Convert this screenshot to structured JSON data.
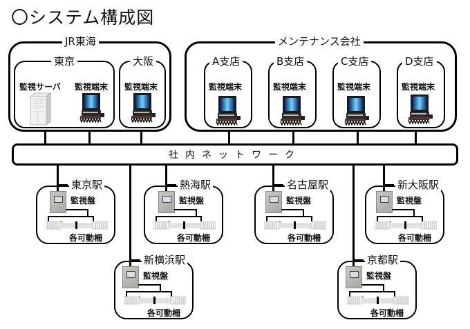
{
  "title": "〇システム構成図",
  "network": {
    "label": "社内ネットワーク"
  },
  "jr": {
    "label": "JR東海",
    "tokyo": {
      "label": "東京",
      "server_label": "監視サーバ",
      "terminal_label": "監視端末"
    },
    "osaka": {
      "label": "大阪",
      "terminal_label": "監視端末"
    }
  },
  "maintenance": {
    "label": "メンテナンス会社",
    "branches": [
      {
        "label": "A支店",
        "terminal_label": "監視端末"
      },
      {
        "label": "B支店",
        "terminal_label": "監視端末"
      },
      {
        "label": "C支店",
        "terminal_label": "監視端末"
      },
      {
        "label": "D支店",
        "terminal_label": "監視端末"
      }
    ]
  },
  "stations": [
    {
      "name": "東京駅",
      "panel_label": "監視盤",
      "gates_label": "各可動柵"
    },
    {
      "name": "熱海駅",
      "panel_label": "監視盤",
      "gates_label": "各可動柵"
    },
    {
      "name": "名古屋駅",
      "panel_label": "監視盤",
      "gates_label": "各可動柵"
    },
    {
      "name": "新大阪駅",
      "panel_label": "監視盤",
      "gates_label": "各可動柵"
    },
    {
      "name": "新横浜駅",
      "panel_label": "監視盤",
      "gates_label": "各可動柵"
    },
    {
      "name": "京都駅",
      "panel_label": "監視盤",
      "gates_label": "各可動柵"
    }
  ]
}
